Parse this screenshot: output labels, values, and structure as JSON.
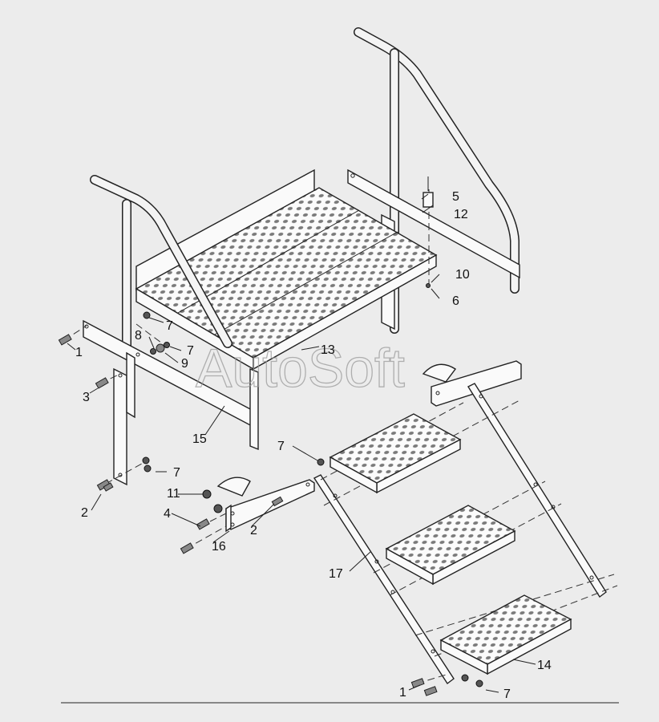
{
  "watermark": "AutoSoft",
  "callouts": [
    {
      "id": "c1a",
      "text": "1"
    },
    {
      "id": "c1b",
      "text": "1"
    },
    {
      "id": "c2a",
      "text": "2"
    },
    {
      "id": "c2b",
      "text": "2"
    },
    {
      "id": "c3",
      "text": "3"
    },
    {
      "id": "c4",
      "text": "4"
    },
    {
      "id": "c5",
      "text": "5"
    },
    {
      "id": "c6",
      "text": "6"
    },
    {
      "id": "c7a",
      "text": "7"
    },
    {
      "id": "c7b",
      "text": "7"
    },
    {
      "id": "c7c",
      "text": "7"
    },
    {
      "id": "c7d",
      "text": "7"
    },
    {
      "id": "c7e",
      "text": "7"
    },
    {
      "id": "c8",
      "text": "8"
    },
    {
      "id": "c9",
      "text": "9"
    },
    {
      "id": "c10",
      "text": "10"
    },
    {
      "id": "c11",
      "text": "11"
    },
    {
      "id": "c12",
      "text": "12"
    },
    {
      "id": "c13",
      "text": "13"
    },
    {
      "id": "c14",
      "text": "14"
    },
    {
      "id": "c15",
      "text": "15"
    },
    {
      "id": "c16",
      "text": "16"
    },
    {
      "id": "c17",
      "text": "17"
    }
  ]
}
